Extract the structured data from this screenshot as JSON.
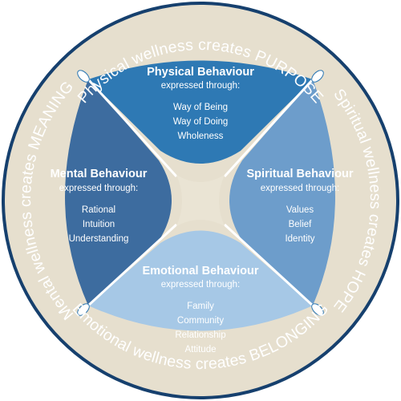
{
  "ring_labels": {
    "top": "Physical wellness creates PURPOSE",
    "right": "Spiritual wellness creates HOPE",
    "bottom": "Emotional wellness creates BELONGING",
    "left": "Mental wellness creates MEANING"
  },
  "quadrants": {
    "physical": {
      "title": "Physical Behaviour",
      "subtitle": "expressed through:",
      "items": [
        "Way of Being",
        "Way of Doing",
        "Wholeness"
      ],
      "color": "#2E79B4"
    },
    "spiritual": {
      "title": "Spiritual Behaviour",
      "subtitle": "expressed through:",
      "items": [
        "Values",
        "Belief",
        "Identity"
      ],
      "color": "#6D9DCB"
    },
    "emotional": {
      "title": "Emotional Behaviour",
      "subtitle": "expressed through:",
      "items": [
        "Family",
        "Community",
        "Relationship",
        "Attitude"
      ],
      "color": "#A6C8E6"
    },
    "mental": {
      "title": "Mental Behaviour",
      "subtitle": "expressed through:",
      "items": [
        "Rational",
        "Intuition",
        "Understanding"
      ],
      "color": "#3D6C9F"
    }
  },
  "colors": {
    "ring": "#E6DFCE",
    "ring_edge": "#CFC6B0",
    "outer_border": "#16406E",
    "center": "#EAE4D4",
    "divider": "#FFFFFF"
  }
}
